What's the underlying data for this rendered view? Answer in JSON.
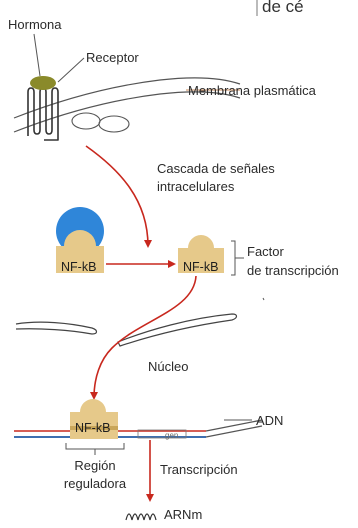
{
  "labels": {
    "corner_text": "de cé",
    "hormona": "Hormona",
    "receptor": "Receptor",
    "membrana": "Membrana plasmática",
    "cascada_line1": "Cascada de señales",
    "cascada_line2": "intracelulares",
    "nfkb_cytoplasm": "NF-kB",
    "nfkb_active": "NF-kB",
    "factor_line1": "Factor",
    "factor_line2": "de transcripción",
    "nucleo": "Núcleo",
    "nfkb_dna": "NF-kB",
    "adn": "ADN",
    "gen": "gen",
    "region_line1": "Región",
    "region_line2": "reguladora",
    "transcripcion": "Transcripción",
    "arnm": "ARNm"
  },
  "colors": {
    "hormone": "#8a8a2a",
    "inhibitor_blue": "#2f86d9",
    "nfkb_tan": "#e6c98a",
    "arrow_red": "#c8281e",
    "dna_blue": "#3e6fb0",
    "membrane_line": "#555555",
    "leader_line": "#c88a5a"
  }
}
